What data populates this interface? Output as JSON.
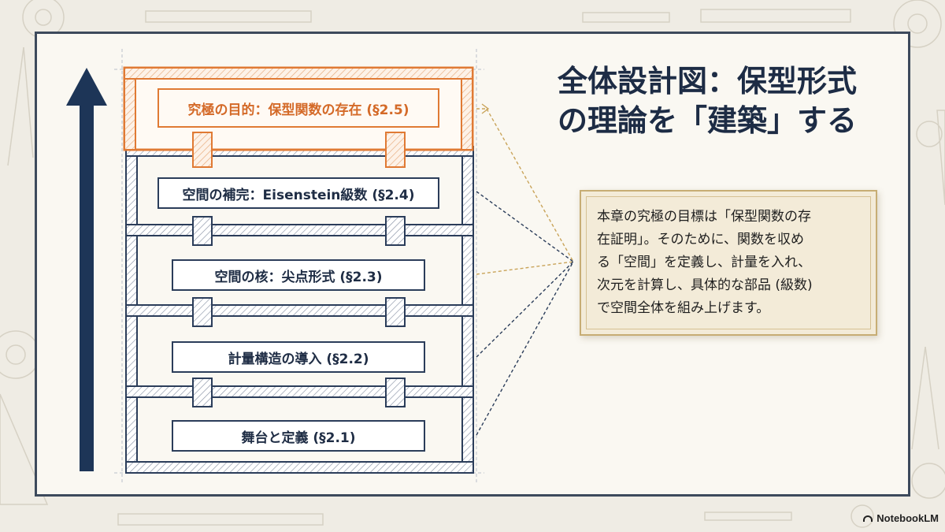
{
  "title": {
    "line1": "全体設計図：保型形式",
    "line2": "の理論を「建築」する"
  },
  "floors": [
    {
      "label": "究極の目的：保型関数の存在 (§2.5)",
      "role": "goal"
    },
    {
      "label": "空間の補完：Eisenstein級数 (§2.4)",
      "role": "section"
    },
    {
      "label": "空間の核：尖点形式 (§2.3)",
      "role": "section"
    },
    {
      "label": "計量構造の導入 (§2.2)",
      "role": "section"
    },
    {
      "label": "舞台と定義 (§2.1)",
      "role": "section"
    }
  ],
  "note": {
    "lines": [
      "本章の究極の目標は「保型関数の存",
      "在証明」。そのために、関数を収め",
      "る「空間」を定義し、計量を入れ、",
      "次元を計算し、具体的な部品 (級数)",
      "で空間全体を組み上げます。"
    ]
  },
  "brand": {
    "label": "NotebookLM",
    "icon": "notebooklm-logo-icon"
  },
  "colors": {
    "navy": "#1d3557",
    "accent_orange": "#e07a34",
    "note_bg": "#f3ebd8",
    "note_border": "#c7ad74",
    "dashed_gold": "#c9a45a"
  }
}
